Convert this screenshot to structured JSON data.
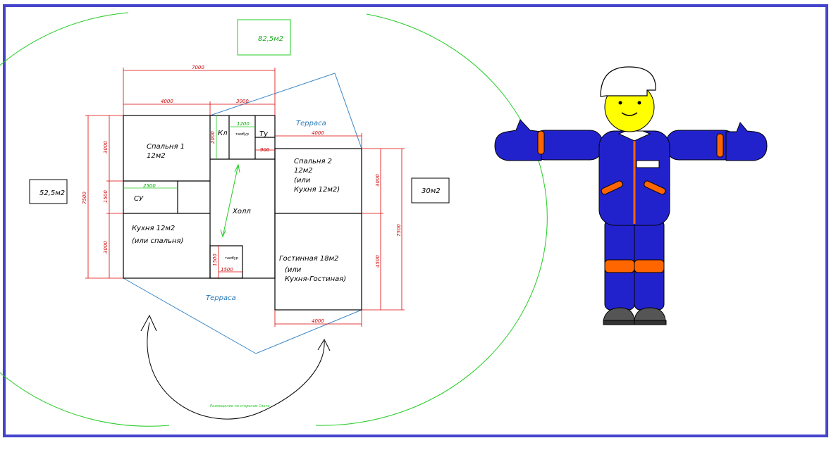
{
  "colors": {
    "frame": "#4444cc",
    "wall": "#000000",
    "dimension": "#dd0000",
    "green": "#22cc22",
    "terrace": "#3a86c8",
    "suit": "#2222cc",
    "reflective": "#ff6600",
    "face": "#ffff00"
  },
  "areas": {
    "top": "82,5м2",
    "left": "52,5м2",
    "right": "30м2"
  },
  "rooms": {
    "bedroom1_name": "Спальня 1",
    "bedroom1_area": "12м2",
    "klad": "Кл",
    "tambur_top": "тамбур",
    "tu": "Ту",
    "su": "СУ",
    "hall": "Холл",
    "kitchen_name": "Кухня 12м2",
    "kitchen_alt": "(или спальня)",
    "tambur_bottom": "тамбур",
    "bedroom2_name": "Спальня 2",
    "bedroom2_area": "12м2",
    "bedroom2_alt1": "(или",
    "bedroom2_alt2": "Кухня 12м2)",
    "living_name": "Гостинная 18м2",
    "living_alt1": "(или",
    "living_alt2": "Кухня-Гостиная)"
  },
  "terraces": {
    "top": "Терраса",
    "bottom": "Терраса"
  },
  "dimensions": {
    "total_width": "7000",
    "left_width": "4000",
    "right_width": "3000",
    "top_right_width": "4000",
    "bottom_right_width": "4000",
    "left_h1": "3000",
    "left_h2": "1500",
    "left_h3": "3000",
    "left_total": "7500",
    "right_h1": "3000",
    "right_h2": "4500",
    "right_total": "7500",
    "corridor_w": "1200",
    "corridor_h": "2000",
    "tu_w": "900",
    "su_w": "2500",
    "tambur_w": "1500",
    "tambur_h": "1500"
  },
  "rotation_caption": "Размещение по сторонам Света"
}
